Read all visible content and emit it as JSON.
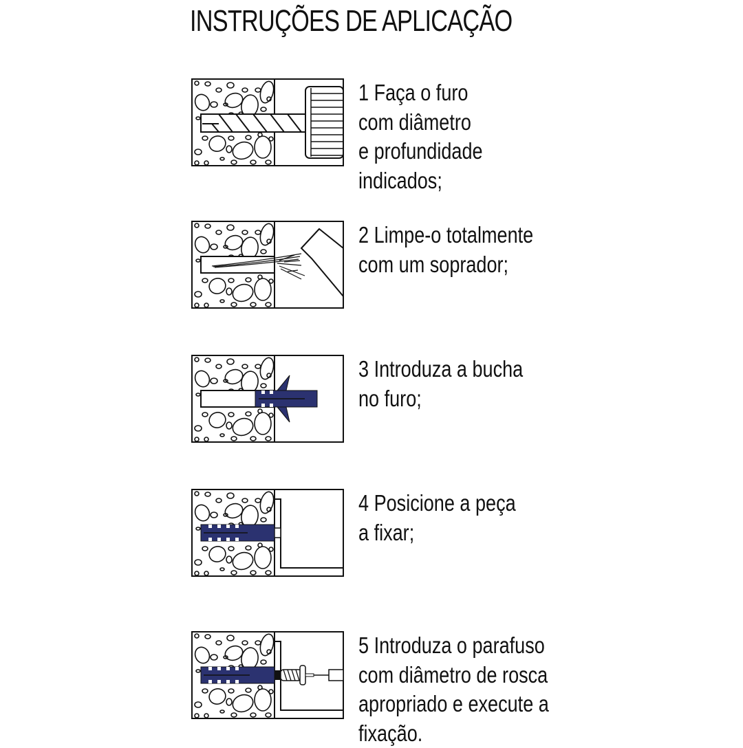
{
  "title": "INSTRUÇÕES DE APLICAÇÃO",
  "colors": {
    "anchor": "#2b3270",
    "line": "#111111",
    "background": "#ffffff"
  },
  "steps": [
    {
      "number": "1",
      "illustration": "drill-hole-icon",
      "lines": [
        "1 Faça o furo",
        "com diâmetro",
        "e profundidade",
        "indicados;"
      ]
    },
    {
      "number": "2",
      "illustration": "blower-clean-icon",
      "lines": [
        "2 Limpe-o totalmente",
        "com um soprador;"
      ]
    },
    {
      "number": "3",
      "illustration": "insert-anchor-icon",
      "lines": [
        "3 Introduza a bucha",
        "no furo;"
      ]
    },
    {
      "number": "4",
      "illustration": "position-part-icon",
      "lines": [
        "4 Posicione a peça",
        "a fixar;"
      ]
    },
    {
      "number": "5",
      "illustration": "insert-screw-icon",
      "lines": [
        "5 Introduza o parafuso",
        "com diâmetro de rosca",
        "apropriado e execute a",
        "fixação."
      ]
    }
  ]
}
